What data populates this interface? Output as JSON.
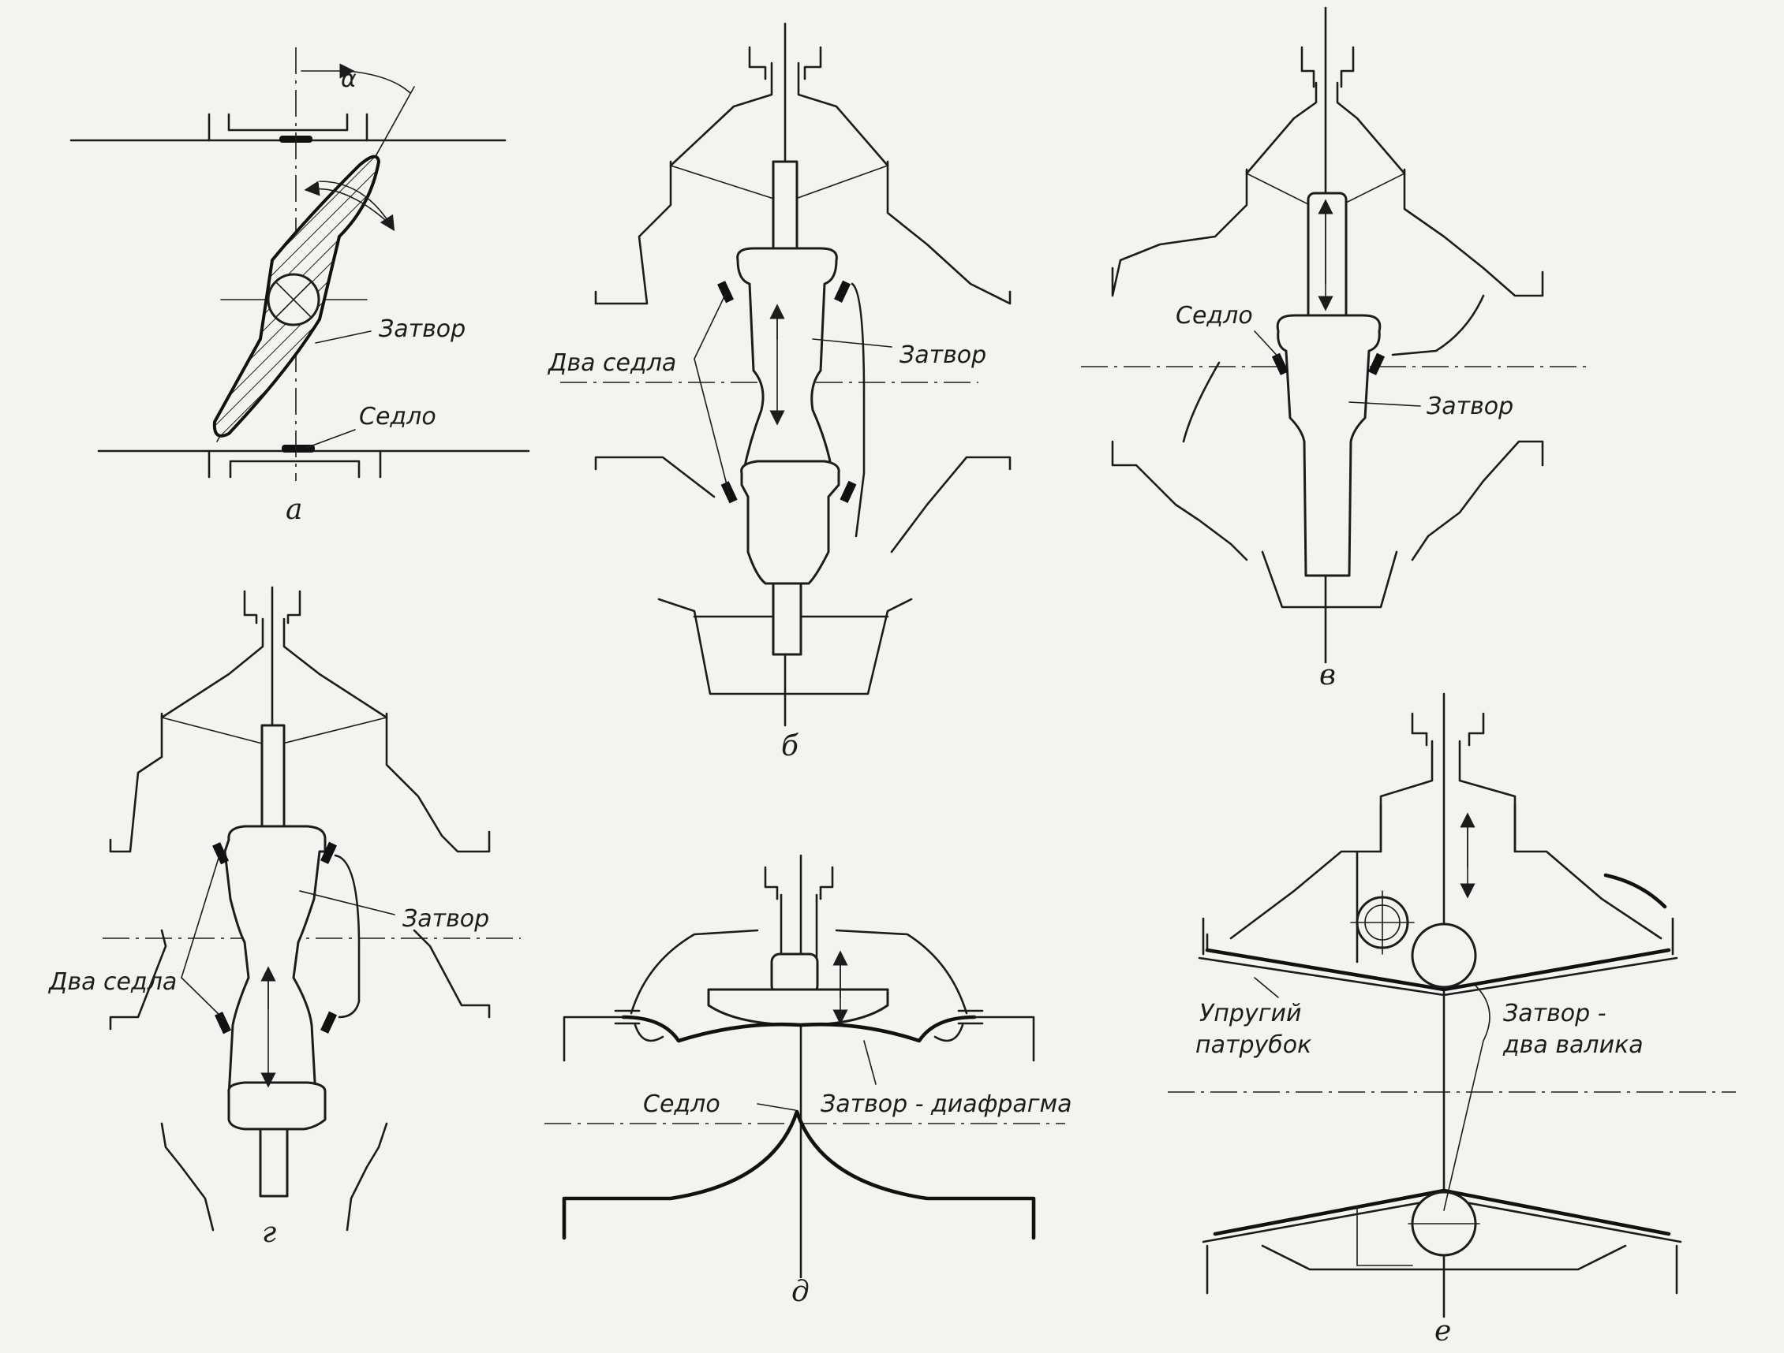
{
  "figures": {
    "a": {
      "letter": "а",
      "angle_symbol": "α",
      "label_gate": "Затвор",
      "label_seat": "Седло"
    },
    "b": {
      "letter": "б",
      "label_seats": "Два седла",
      "label_gate": "Затвор"
    },
    "v": {
      "letter": "в",
      "label_seat": "Седло",
      "label_gate": "Затвор"
    },
    "g": {
      "letter": "г",
      "label_gate": "Затвор",
      "label_seats": "Два седла"
    },
    "d": {
      "letter": "д",
      "label_seat": "Седло",
      "label_gate": "Затвор - диафрагма"
    },
    "e": {
      "letter": "е",
      "label_sleeve_1": "Упругий",
      "label_sleeve_2": "патрубок",
      "label_gate_1": "Затвор -",
      "label_gate_2": "два валика"
    }
  }
}
